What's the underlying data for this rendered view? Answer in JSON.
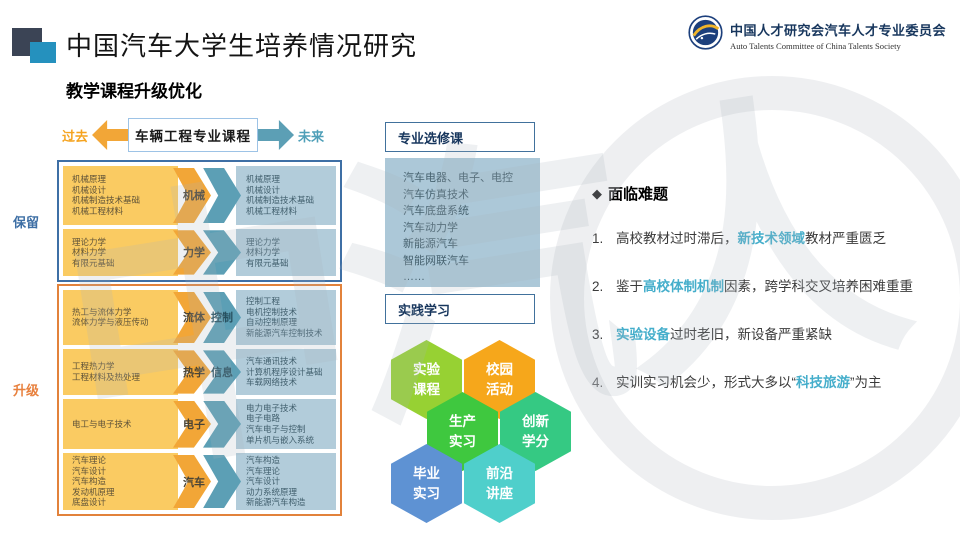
{
  "slide": {
    "title": "中国汽车大学生培养情况研究",
    "subtitle": "教学课程升级优化"
  },
  "org": {
    "name": "中国人才研究会汽车人才专业委员会",
    "name_en": "Auto Talents Committee of China Talents Society"
  },
  "timeline": {
    "past": "过去",
    "center": "车辆工程专业课程",
    "future": "未来"
  },
  "groups": {
    "retain_label": "保留",
    "upgrade_label": "升级",
    "retain_rows": [
      {
        "label_old": "机械",
        "label_new": "",
        "left": "机械原理\n机械设计\n机械制造技术基础\n机械工程材料",
        "right": "机械原理\n机械设计\n机械制造技术基础\n机械工程材料"
      },
      {
        "label_old": "力学",
        "label_new": "",
        "left": "理论力学\n材料力学\n有限元基础",
        "right": "理论力学\n材料力学\n有限元基础"
      }
    ],
    "upgrade_rows": [
      {
        "label_old": "流体",
        "label_new": "控制",
        "left": "热工与流体力学\n流体力学与液压传动",
        "right": "控制工程\n电机控制技术\n自动控制原理\n新能源汽车控制技术"
      },
      {
        "label_old": "热学",
        "label_new": "信息",
        "left": "工程热力学\n工程材料及热处理",
        "right": "汽车通讯技术\n计算机程序设计基础\n车载网络技术"
      },
      {
        "label_old": "电子",
        "label_new": "",
        "left": "电工与电子技术",
        "right": "电力电子技术\n电子电路\n汽车电子与控制\n单片机与嵌入系统"
      },
      {
        "label_old": "汽车",
        "label_new": "",
        "left": "汽车理论\n汽车设计\n汽车构造\n发动机原理\n底盘设计",
        "right": "汽车构造\n汽车理论\n汽车设计\n动力系统原理\n新能源汽车构造"
      }
    ]
  },
  "elective": {
    "title": "专业选修课",
    "courses": "汽车电器、电子、电控\n汽车仿真技术\n汽车底盘系统\n汽车动力学\n新能源汽车\n智能网联汽车\n……"
  },
  "practice": {
    "title": "实践学习",
    "hexagons": [
      {
        "line1": "实验",
        "line2": "课程",
        "color": "#97D133"
      },
      {
        "line1": "校园",
        "line2": "活动",
        "color": "#F6A71B"
      },
      {
        "line1": "生产",
        "line2": "实习",
        "color": "#3FC83F"
      },
      {
        "line1": "创新",
        "line2": "学分",
        "color": "#35C983"
      },
      {
        "line1": "毕业",
        "line2": "实习",
        "color": "#5E92D3"
      },
      {
        "line1": "前沿",
        "line2": "讲座",
        "color": "#4FCFCB"
      }
    ]
  },
  "challenges": {
    "bullet": "◆",
    "title": "面临难题",
    "items": [
      {
        "num": "1.",
        "pre": "高校教材过时滞后，",
        "highlight": "新技术领域",
        "post": "教材严重匮乏"
      },
      {
        "num": "2.",
        "pre": "鉴于",
        "highlight": "高校体制机制",
        "post": "因素，跨学科交叉培养困难重重"
      },
      {
        "num": "3.",
        "pre": "",
        "highlight": "实验设备",
        "post": "过时老旧，新设备严重紧缺"
      },
      {
        "num": "4.",
        "pre": "实训实习机会少，形式大多以“",
        "highlight": "科技旅游",
        "post": "”为主"
      }
    ]
  },
  "watermark": {
    "text": "中汽人"
  },
  "colors": {
    "highlight_teal": "#45AECB",
    "past_orange": "#F5A31E",
    "future_teal": "#4E9FB8",
    "amber_box": "#FACB62",
    "blue_box": "#B2CCDA",
    "arrow_orange": "#F2A637",
    "arrow_teal": "#5C9FB5",
    "retain_border": "#3E6FA5",
    "upgrade_border": "#E2823B",
    "logo_navy": "#1C3F7C"
  }
}
